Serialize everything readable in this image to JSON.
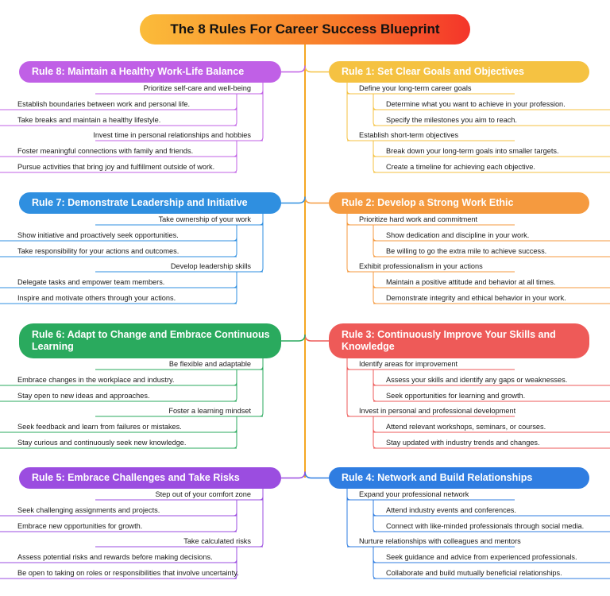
{
  "title": "The 8 Rules For Career Success Blueprint",
  "colors": {
    "title_gradient": [
      "#fbbc3a",
      "#f87a2a",
      "#f4352a"
    ],
    "spine": "#f5a623"
  },
  "rules": [
    {
      "id": "r1",
      "side": "right",
      "color": "#f5c242",
      "label": "Rule 1: Set Clear Goals and Objectives",
      "groups": [
        {
          "label": "Define your long-term career goals",
          "items": [
            "Determine what you want to achieve in your profession.",
            "Specify the milestones you aim to reach."
          ]
        },
        {
          "label": "Establish short-term objectives",
          "items": [
            "Break down your long-term goals into smaller targets.",
            "Create a timeline for achieving each objective."
          ]
        }
      ]
    },
    {
      "id": "r2",
      "side": "right",
      "color": "#f59a3f",
      "label": "Rule 2: Develop a Strong Work Ethic",
      "groups": [
        {
          "label": "Prioritize hard work and commitment",
          "items": [
            "Show dedication and discipline in your work.",
            "Be willing to go the extra mile to achieve success."
          ]
        },
        {
          "label": "Exhibit professionalism in your actions",
          "items": [
            "Maintain a positive attitude and behavior at all times.",
            "Demonstrate integrity and ethical behavior in your work."
          ]
        }
      ]
    },
    {
      "id": "r3",
      "side": "right",
      "color": "#ee5a58",
      "label": "Rule 3: Continuously Improve Your Skills and Knowledge",
      "groups": [
        {
          "label": "Identify areas for improvement",
          "items": [
            "Assess your skills and identify any gaps or weaknesses.",
            "Seek opportunities for learning and growth."
          ]
        },
        {
          "label": "Invest in personal and professional development",
          "items": [
            "Attend relevant workshops, seminars, or courses.",
            "Stay updated with industry trends and changes."
          ]
        }
      ]
    },
    {
      "id": "r4",
      "side": "right",
      "color": "#2f7de1",
      "label": "Rule 4: Network and Build Relationships",
      "groups": [
        {
          "label": "Expand your professional network",
          "items": [
            "Attend industry events and conferences.",
            "Connect with like-minded professionals through social media."
          ]
        },
        {
          "label": "Nurture relationships with colleagues and mentors",
          "items": [
            "Seek guidance and advice from experienced professionals.",
            "Collaborate and build mutually beneficial relationships."
          ]
        }
      ]
    },
    {
      "id": "r5",
      "side": "left",
      "color": "#9b4de0",
      "label": "Rule 5: Embrace Challenges and Take Risks",
      "groups": [
        {
          "label": "Step out of your comfort zone",
          "items": [
            "Seek challenging assignments and projects.",
            "Embrace new opportunities for growth."
          ]
        },
        {
          "label": "Take calculated risks",
          "items": [
            "Assess potential risks and rewards before making decisions.",
            "Be open to taking on roles or responsibilities that involve uncertainty."
          ]
        }
      ]
    },
    {
      "id": "r6",
      "side": "left",
      "color": "#2aaa5e",
      "label": "Rule 6: Adapt to Change and Embrace Continuous Learning",
      "groups": [
        {
          "label": "Be flexible and adaptable",
          "items": [
            "Embrace changes in the workplace and industry.",
            "Stay open to new ideas and approaches."
          ]
        },
        {
          "label": "Foster a learning mindset",
          "items": [
            "Seek feedback and learn from failures or mistakes.",
            "Stay curious and continuously seek new knowledge."
          ]
        }
      ]
    },
    {
      "id": "r7",
      "side": "left",
      "color": "#2f8fe0",
      "label": "Rule 7: Demonstrate Leadership and Initiative",
      "groups": [
        {
          "label": "Take ownership of your work",
          "items": [
            "Show initiative and proactively seek opportunities.",
            "Take responsibility for your actions and outcomes."
          ]
        },
        {
          "label": "Develop leadership skills",
          "items": [
            "Delegate tasks and empower team members.",
            "Inspire and motivate others through your actions."
          ]
        }
      ]
    },
    {
      "id": "r8",
      "side": "left",
      "color": "#c060e6",
      "label": "Rule 8: Maintain a Healthy Work-Life Balance",
      "groups": [
        {
          "label": "Prioritize self-care and well-being",
          "items": [
            "Establish boundaries between work and personal life.",
            "Take breaks and maintain a healthy lifestyle."
          ]
        },
        {
          "label": "Invest time in personal relationships and hobbies",
          "items": [
            "Foster meaningful connections with family and friends.",
            "Pursue activities that bring joy and fulfillment outside of work."
          ]
        }
      ]
    }
  ]
}
